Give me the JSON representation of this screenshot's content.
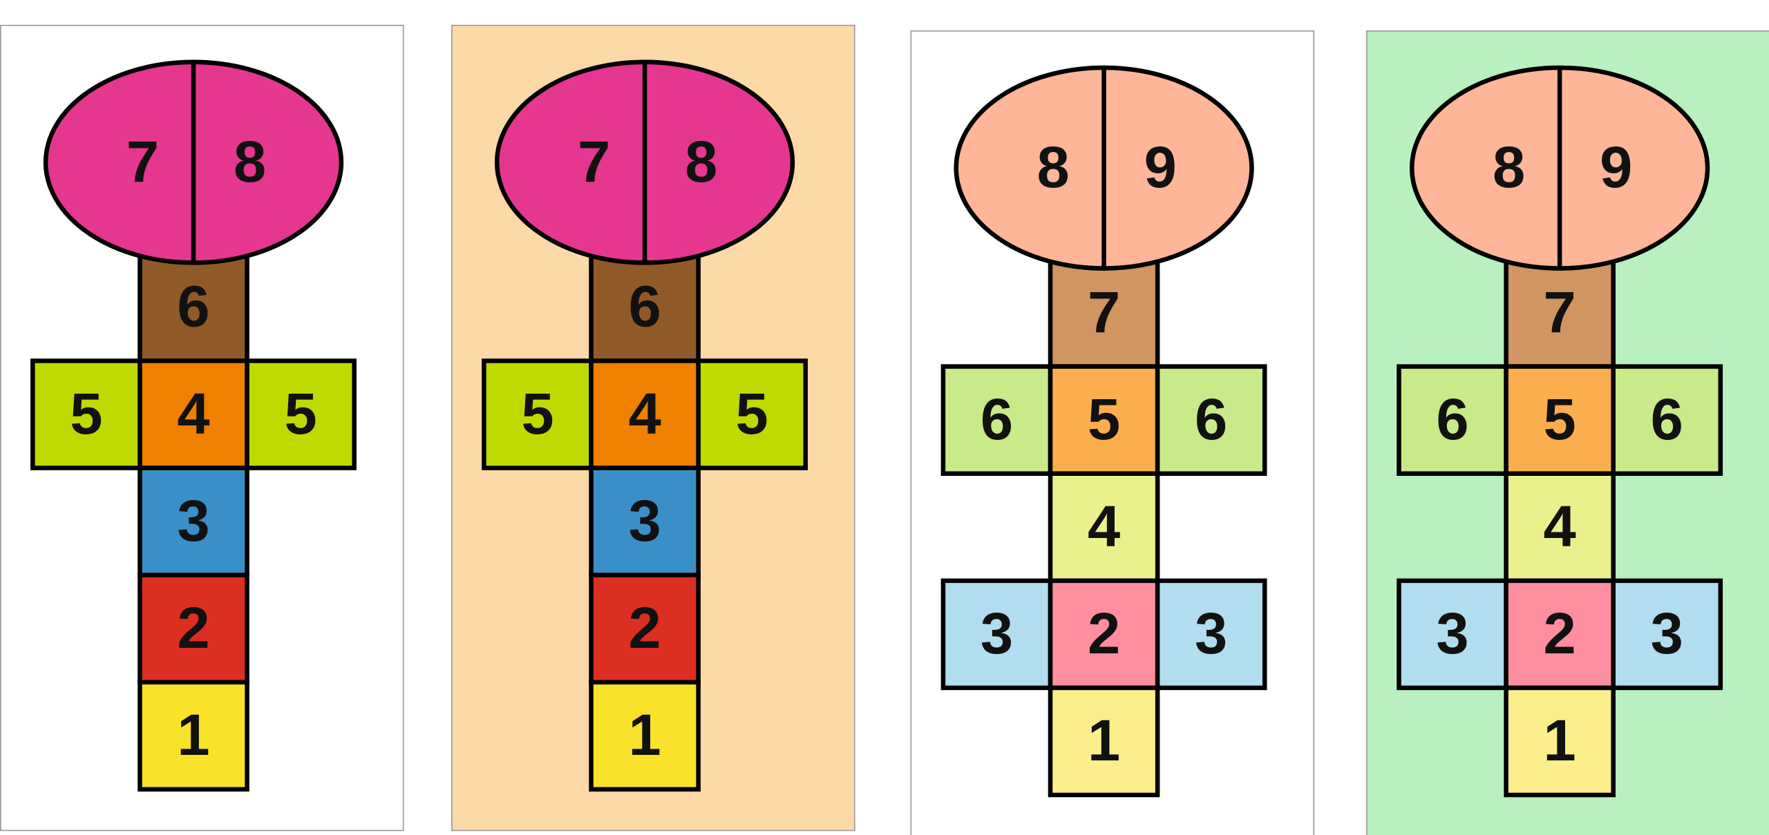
{
  "panels": [
    {
      "name": "hopscotch-1",
      "background": "#ffffff",
      "top": {
        "labels": [
          "7",
          "8"
        ],
        "color": "#E5378F"
      },
      "rows": [
        {
          "labels": [
            "6"
          ],
          "colors": [
            "#8F5A28"
          ]
        },
        {
          "labels": [
            "5",
            "4",
            "5"
          ],
          "colors": [
            "#BFDA00",
            "#F08000",
            "#BFDA00"
          ]
        },
        {
          "labels": [
            "3"
          ],
          "colors": [
            "#3A8FC8"
          ]
        },
        {
          "labels": [
            "2"
          ],
          "colors": [
            "#DD2E22"
          ]
        },
        {
          "labels": [
            "1"
          ],
          "colors": [
            "#F8E22A"
          ]
        }
      ]
    },
    {
      "name": "hopscotch-2",
      "background": "#FDD9A8",
      "top": {
        "labels": [
          "7",
          "8"
        ],
        "color": "#E5378F"
      },
      "rows": [
        {
          "labels": [
            "6"
          ],
          "colors": [
            "#8F5A28"
          ]
        },
        {
          "labels": [
            "5",
            "4",
            "5"
          ],
          "colors": [
            "#BFDA00",
            "#F08000",
            "#BFDA00"
          ]
        },
        {
          "labels": [
            "3"
          ],
          "colors": [
            "#3A8FC8"
          ]
        },
        {
          "labels": [
            "2"
          ],
          "colors": [
            "#DD2E22"
          ]
        },
        {
          "labels": [
            "1"
          ],
          "colors": [
            "#F8E22A"
          ]
        }
      ]
    },
    {
      "name": "hopscotch-3",
      "background": "#ffffff",
      "top": {
        "labels": [
          "8",
          "9"
        ],
        "color": "#FFB598"
      },
      "rows": [
        {
          "labels": [
            "7"
          ],
          "colors": [
            "#D09560"
          ]
        },
        {
          "labels": [
            "6",
            "5",
            "6"
          ],
          "colors": [
            "#C8EA88",
            "#FBAE4E",
            "#C8EA88"
          ]
        },
        {
          "labels": [
            "4"
          ],
          "colors": [
            "#EAF08C"
          ]
        },
        {
          "labels": [
            "3",
            "2",
            "3"
          ],
          "colors": [
            "#B0DDF0",
            "#FF8FA0",
            "#B0DDF0"
          ]
        },
        {
          "labels": [
            "1"
          ],
          "colors": [
            "#FCEE8A"
          ]
        }
      ]
    },
    {
      "name": "hopscotch-4",
      "background": "#B8F0C0",
      "top": {
        "labels": [
          "8",
          "9"
        ],
        "color": "#FFB598"
      },
      "rows": [
        {
          "labels": [
            "7"
          ],
          "colors": [
            "#D09560"
          ]
        },
        {
          "labels": [
            "6",
            "5",
            "6"
          ],
          "colors": [
            "#C8EA88",
            "#FBAE4E",
            "#C8EA88"
          ]
        },
        {
          "labels": [
            "4"
          ],
          "colors": [
            "#EAF08C"
          ]
        },
        {
          "labels": [
            "3",
            "2",
            "3"
          ],
          "colors": [
            "#B0DDF0",
            "#FF8FA0",
            "#B0DDF0"
          ]
        },
        {
          "labels": [
            "1"
          ],
          "colors": [
            "#FCEE8A"
          ]
        }
      ]
    }
  ]
}
